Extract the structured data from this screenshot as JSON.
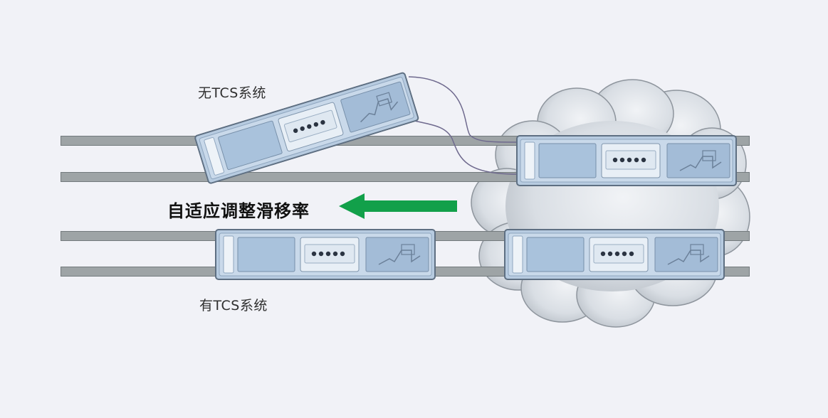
{
  "labels": {
    "without_tcs": "无TCS系统",
    "with_tcs": "有TCS系统",
    "adaptive_slip": "自适应调整滑移率"
  },
  "colors": {
    "background": "#f1f2f7",
    "track_fill": "#9ea4a6",
    "track_border": "#737a7d",
    "arrow": "#12a04a",
    "cloud": "#d5dbe2",
    "module_body": "#b6cbe0",
    "module_panel": "#9cb8d8"
  },
  "icons": {
    "arrow": "left-arrow-icon",
    "cloud": "cloud-icon",
    "module": "slide-module-icon"
  }
}
